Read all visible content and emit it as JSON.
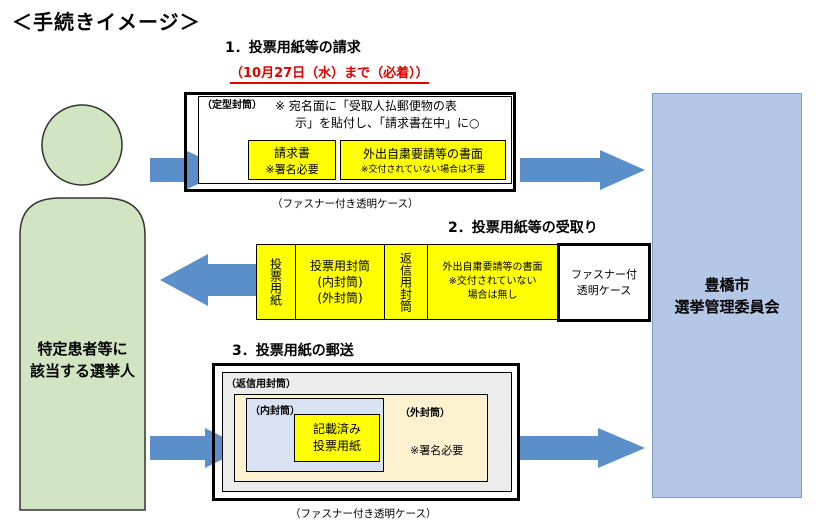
{
  "title": "＜手続きイメージ＞",
  "steps": {
    "step1": "1．投票用紙等の請求",
    "deadline": "（10月27日（水）まで（必着））",
    "step2": "2．投票用紙等の受取り",
    "step3": "3．投票用紙の郵送"
  },
  "voter": {
    "label_line1": "特定患者等に",
    "label_line2": "該当する選挙人"
  },
  "committee": {
    "label_line1": "豊橋市",
    "label_line2": "選挙管理委員会"
  },
  "request_box": {
    "envelope_label": "（定型封筒）",
    "note_line1": "※ 宛名面に「受取人払郵便物の表",
    "note_line2": "示」を貼付し、「請求書在中」に○",
    "doc1_line1": "請求書",
    "doc1_line2": "※署名必要",
    "doc2_line1": "外出自粛要請等の書面",
    "doc2_line2": "※交付されていない場合は不要",
    "case_caption": "（ファスナー付き透明ケース）"
  },
  "receive_row": {
    "ballot": "投票用紙",
    "envelopes_line1": "投票用封筒",
    "envelopes_line2": "(内封筒)",
    "envelopes_line3": "(外封筒)",
    "return_envelope": "返信用封筒",
    "doc_line1": "外出自粛要請等の書面",
    "doc_line2": "※交付されていない",
    "doc_line3": "場合は無し",
    "case_line1": "ファスナー付",
    "case_line2": "透明ケース"
  },
  "mail_box": {
    "return_label": "（返信用封筒）",
    "inner_label": "（内封筒）",
    "outer_label": "（外封筒）",
    "ballot_line1": "記載済み",
    "ballot_line2": "投票用紙",
    "signature_note": "※署名必要",
    "case_caption": "（ファスナー付き透明ケース）"
  },
  "colors": {
    "arrow": "#5b8fc9",
    "voter_fill": "#d2e5c2",
    "committee_fill": "#b4c7e7",
    "item_fill": "#ffff00",
    "deadline": "#e00000"
  }
}
